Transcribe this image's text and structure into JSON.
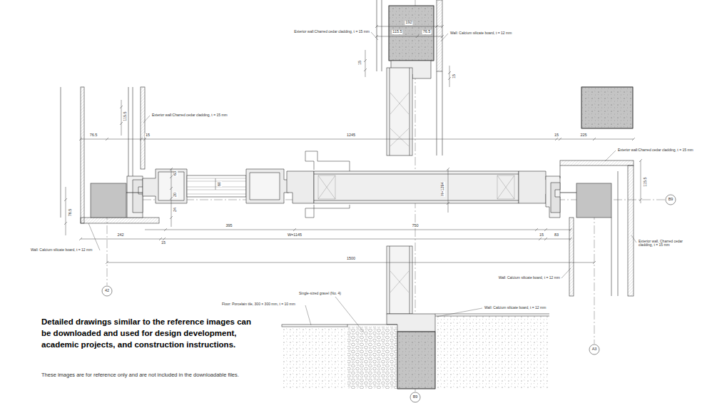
{
  "diagram": {
    "labels": [
      "Exterior wall:Charred cedar cladding, t = 15 mm",
      "192",
      "115.5",
      "76.5",
      "Wall: Calcium silicate board, t = 12 mm",
      "15",
      "15",
      "115.5",
      "Exterior wall:Charred cedar cladding, t = 15 mm",
      "76.5",
      "15",
      "1245",
      "15",
      "225",
      "Exterior wall:Charred cedar cladding, t = 15 mm",
      "115.5",
      "B9",
      "63",
      "20",
      "60",
      "24",
      "H=1294",
      "76.5",
      "395",
      "750",
      "W=1145",
      "242",
      "15",
      "15",
      "83",
      "Wall: Calcium silicate board, t = 12 mm",
      "Exterior wall, Charred cedar cladding, t = 15 mm",
      "1500",
      "Wall: Calcium silicate board, t = 12 mm",
      "42",
      "Single-sized gravel (No. 4)",
      "Floor: Porcelain tile, 300 × 300 mm, t = 10 mm",
      "Wall: Calcium silicate board, t = 12 mm",
      "A3",
      "B9",
      "Detailed drawings similar to the reference images can be downloaded and used for design development, academic projects, and construction instructions.",
      "These images are for reference only and are not included in the downloadable files."
    ]
  }
}
